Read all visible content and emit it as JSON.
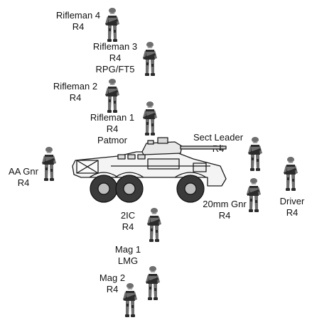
{
  "units": {
    "rifleman4": {
      "name": "Rifleman 4",
      "weapon": "R4"
    },
    "rifleman3": {
      "name": "Rifleman 3",
      "weapon": "R4",
      "extra": "RPG/FT5"
    },
    "rifleman2": {
      "name": "Rifleman 2",
      "weapon": "R4"
    },
    "rifleman1": {
      "name": "Rifleman 1",
      "weapon": "R4",
      "extra": "Patmor"
    },
    "sect_leader": {
      "name": "Sect Leader",
      "weapon": "R4"
    },
    "aa_gnr": {
      "name": "AA Gnr",
      "weapon": "R4"
    },
    "driver": {
      "name": "Driver",
      "weapon": "R4"
    },
    "gnr_20mm": {
      "name": "20mm Gnr",
      "weapon": "R4"
    },
    "two_ic": {
      "name": "2IC",
      "weapon": "R4"
    },
    "mag1": {
      "name": "Mag 1",
      "weapon": "LMG"
    },
    "mag2": {
      "name": "Mag 2",
      "weapon": "R4"
    }
  },
  "icons": {
    "soldier": "soldier-figure-icon",
    "vehicle": "armoured-vehicle-icon"
  },
  "colors": {
    "ink": "#111111",
    "figure_dark": "#2b2b2b",
    "figure_mid": "#6e6e6e",
    "figure_light": "#a8a8a8"
  }
}
